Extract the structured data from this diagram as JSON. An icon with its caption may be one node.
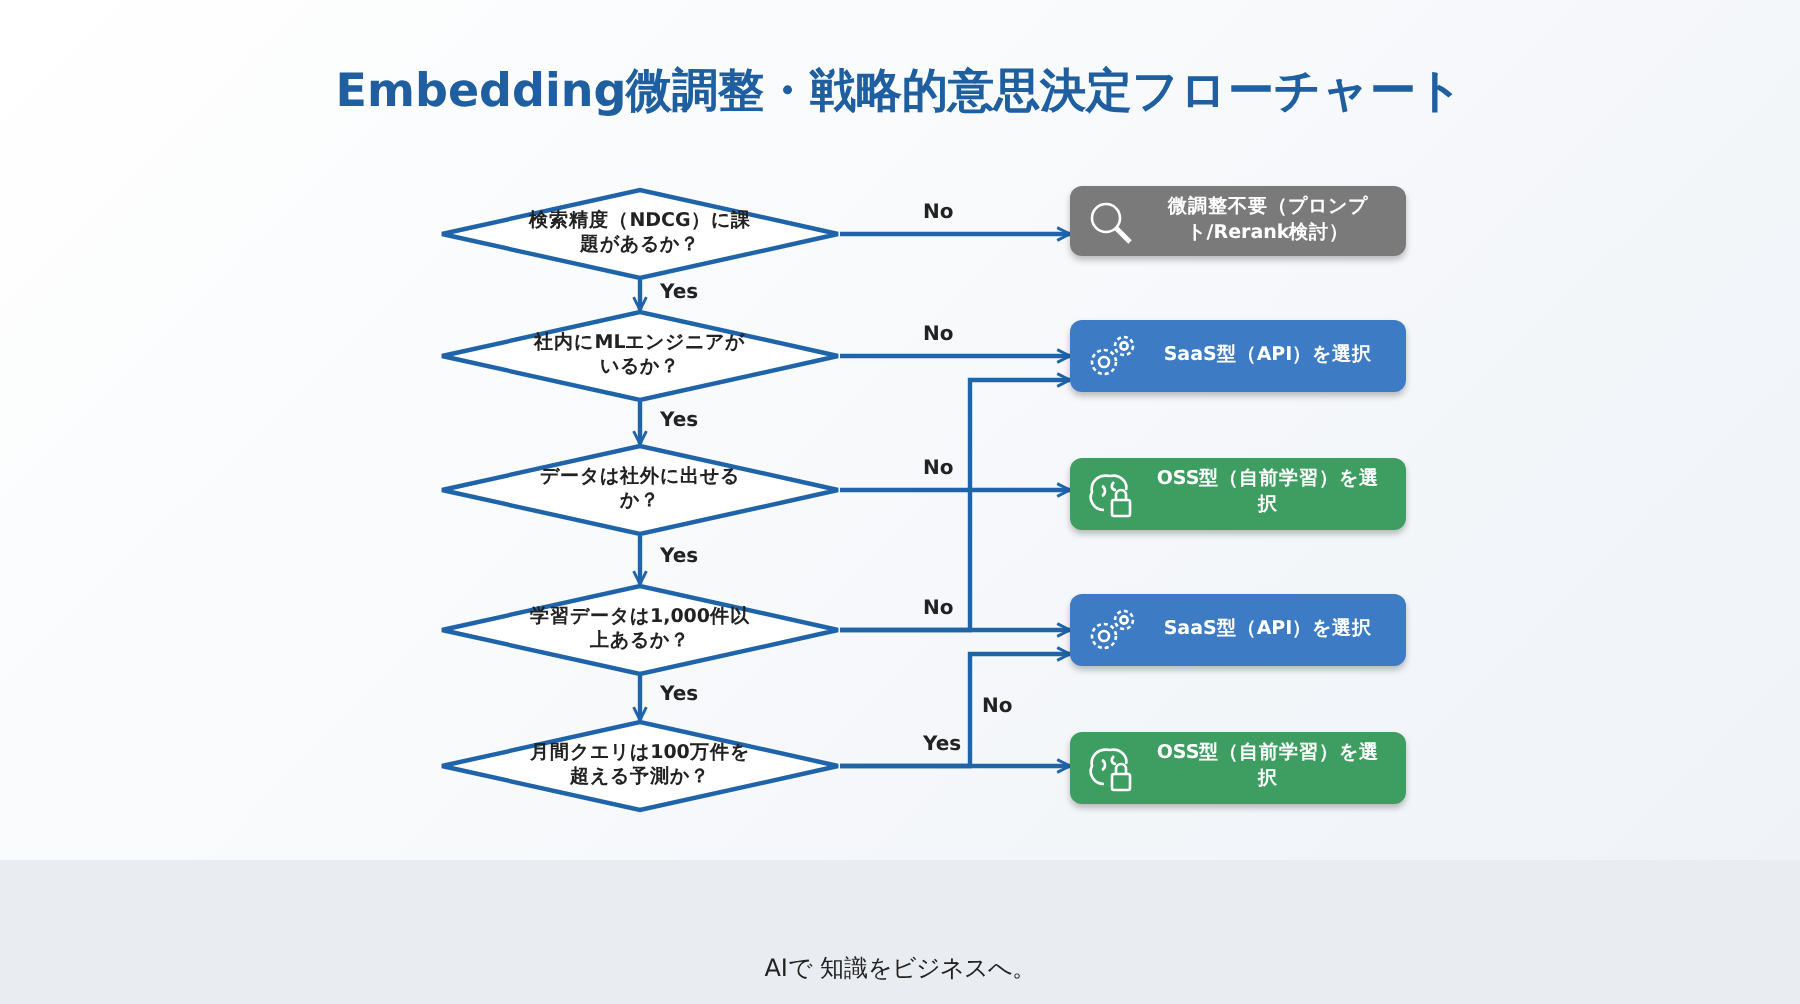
{
  "diagram": {
    "title": "Embedding微調整・戦略的意思決定フローチャート",
    "nodes": [
      {
        "text": [
          "検索精度（NDCG）に課題があるか？"
        ]
      },
      {
        "text": [
          "社内にMLエンジニアがいるか？"
        ]
      },
      {
        "text": [
          "データは社外に出せるか？"
        ]
      },
      {
        "text": [
          "学習データは1,000件以上あるか？"
        ]
      },
      {
        "text": [
          "月間クエリは100万件を超える予測か？"
        ]
      },
      {
        "text": [
          "微調整不要（プロンプト/Rerank検討）"
        ]
      },
      {
        "text": [
          "SaaS型（API）を選択"
        ]
      },
      {
        "text": [
          "OSS型（自前学習）を選択"
        ]
      },
      {
        "text": [
          "SaaS型（API）を選択"
        ]
      },
      {
        "text": [
          "OSS型（自前学習）を選択"
        ]
      }
    ],
    "edges": [
      {
        "from": 0,
        "to": 5,
        "arrow": "to",
        "label": "No"
      },
      {
        "from": 0,
        "to": 1,
        "arrow": "to",
        "label": "Yes"
      },
      {
        "from": 1,
        "to": 6,
        "arrow": "to",
        "label": "No"
      },
      {
        "from": 1,
        "to": 2,
        "arrow": "to",
        "label": "Yes"
      },
      {
        "from": 2,
        "to": 7,
        "arrow": "to",
        "label": "No"
      },
      {
        "from": 2,
        "to": 3,
        "arrow": "to",
        "label": "Yes"
      },
      {
        "from": 3,
        "to": 6,
        "arrow": "to"
      },
      {
        "from": 3,
        "to": 8,
        "arrow": "to",
        "label": "No"
      },
      {
        "from": 3,
        "to": 4,
        "arrow": "to",
        "label": "Yes"
      },
      {
        "from": 4,
        "to": 9,
        "arrow": "to",
        "label": "Yes"
      },
      {
        "from": 4,
        "to": 8,
        "arrow": "to",
        "label": "No"
      }
    ],
    "labels": [
      "AIで 知識をビジネスへ。"
    ]
  }
}
